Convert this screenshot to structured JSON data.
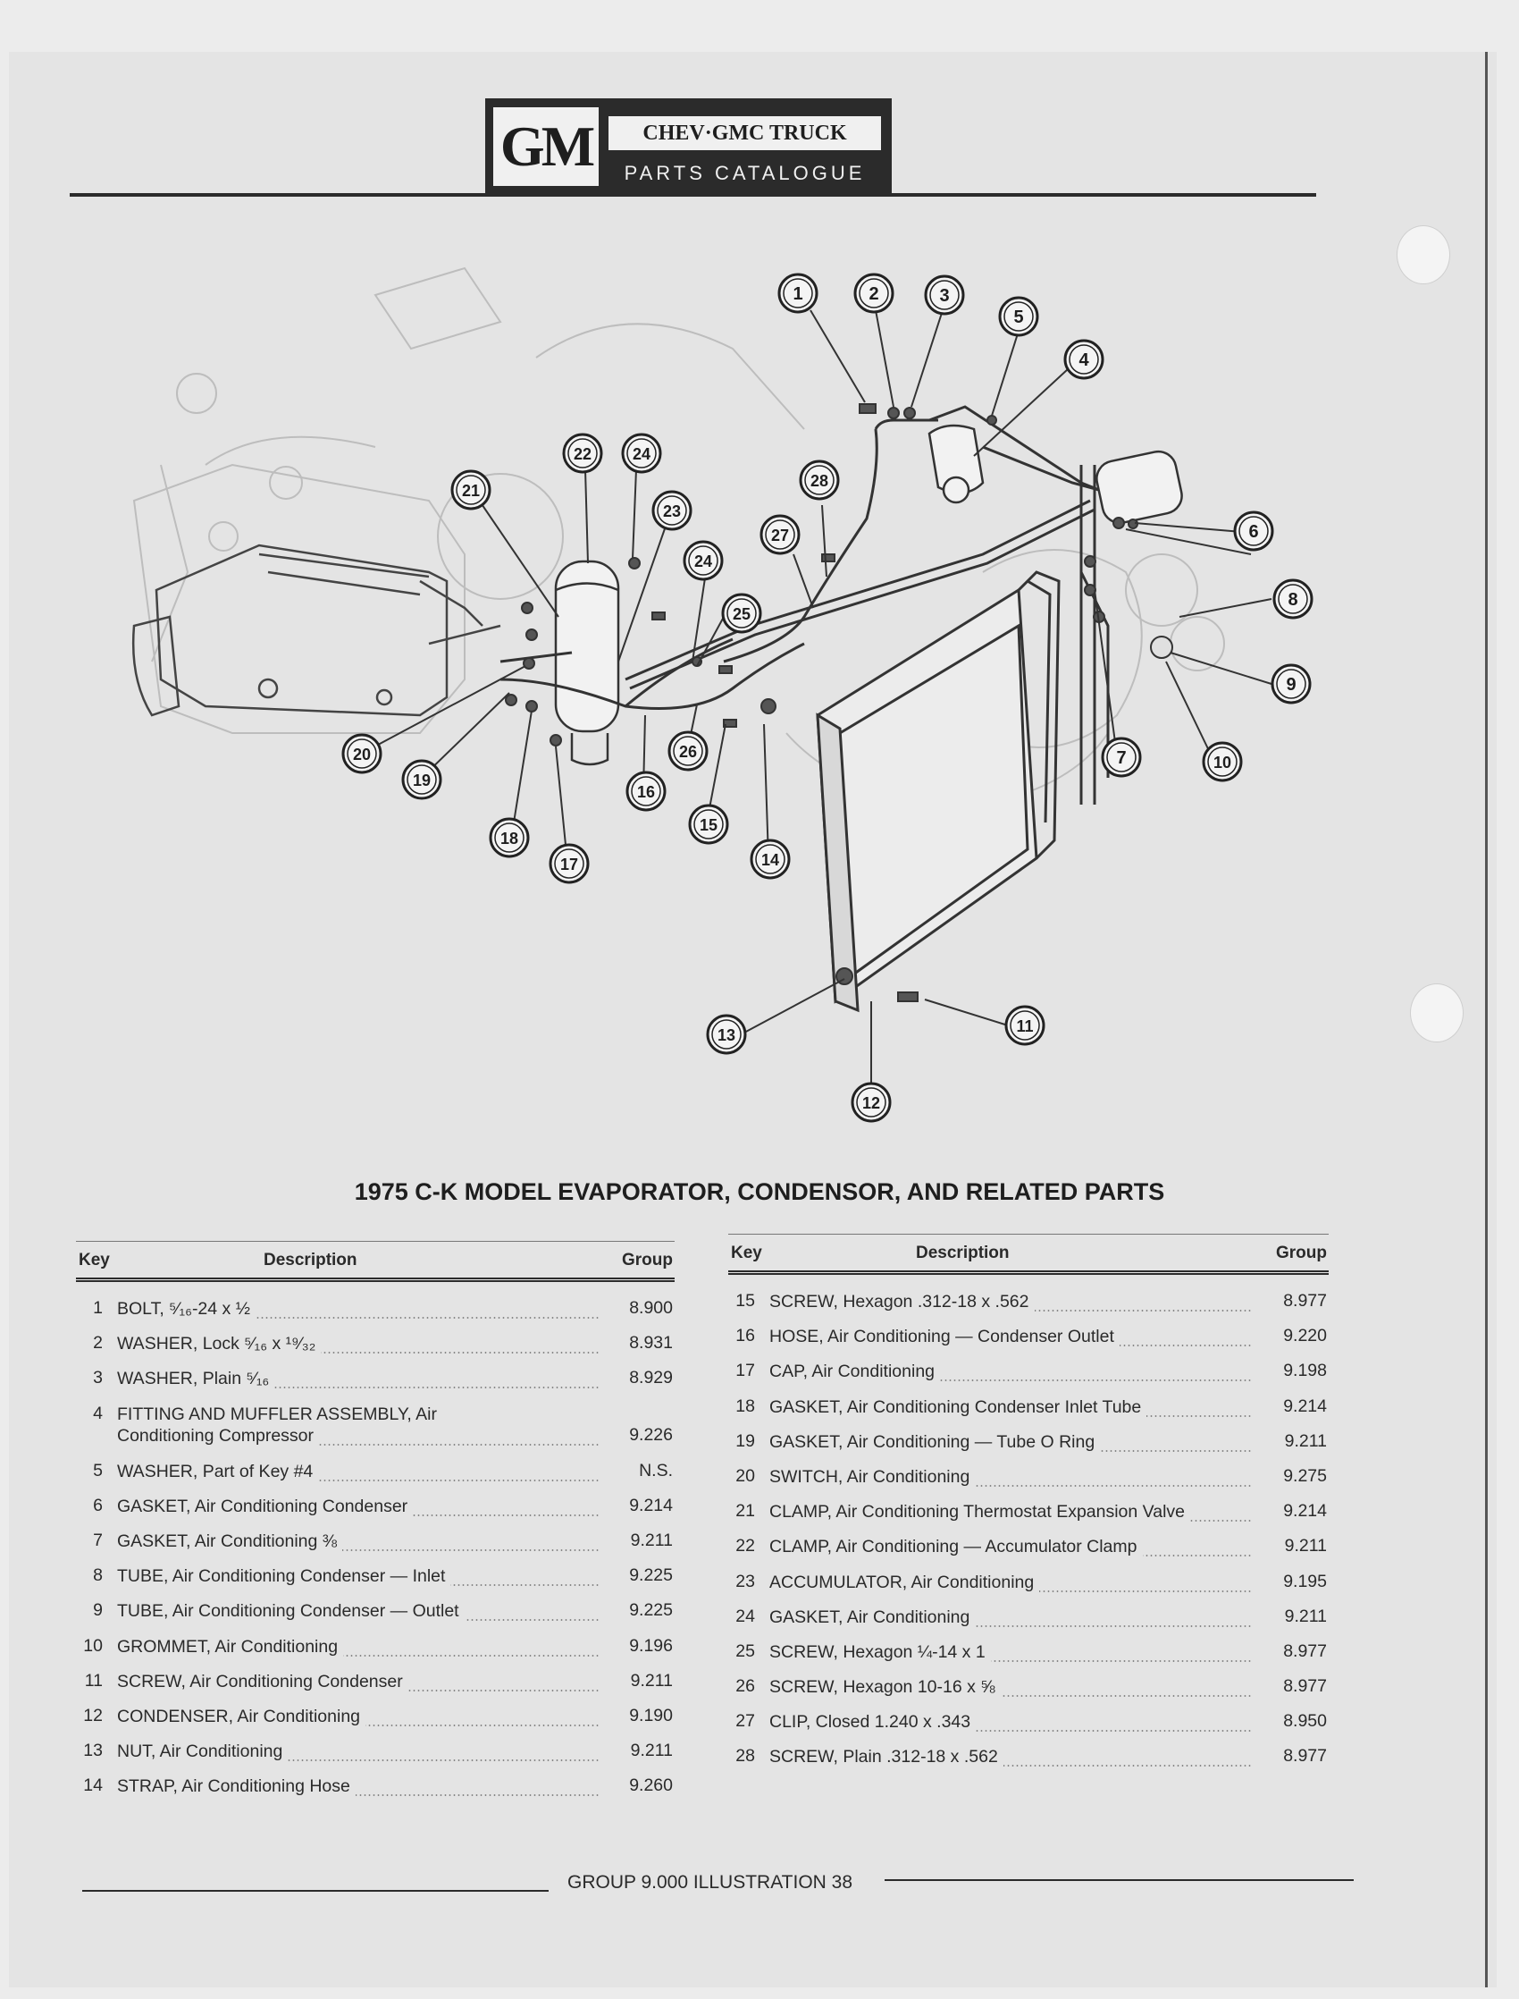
{
  "header": {
    "logo_text": "GM",
    "brand": "CHEV·GMC TRUCK",
    "catalogue": "PARTS CATALOGUE"
  },
  "title": "1975 C-K MODEL EVAPORATOR, CONDENSOR, AND RELATED PARTS",
  "columns": {
    "key": "Key",
    "description": "Description",
    "group": "Group"
  },
  "parts_left": [
    {
      "key": "1",
      "description": "BOLT, ⁵⁄₁₆-24 x ½",
      "group": "8.900"
    },
    {
      "key": "2",
      "description": "WASHER, Lock ⁵⁄₁₆ x ¹⁹⁄₃₂",
      "group": "8.931"
    },
    {
      "key": "3",
      "description": "WASHER, Plain ⁵⁄₁₆",
      "group": "8.929"
    },
    {
      "key": "4",
      "description": "FITTING AND MUFFLER ASSEMBLY, Air",
      "description2": "Conditioning Compressor",
      "group": "9.226"
    },
    {
      "key": "5",
      "description": "WASHER, Part of Key #4",
      "group": "N.S."
    },
    {
      "key": "6",
      "description": "GASKET, Air Conditioning Condenser",
      "group": "9.214"
    },
    {
      "key": "7",
      "description": "GASKET, Air Conditioning ⅜",
      "group": "9.211"
    },
    {
      "key": "8",
      "description": "TUBE, Air Conditioning Condenser — Inlet",
      "group": "9.225"
    },
    {
      "key": "9",
      "description": "TUBE, Air Conditioning Condenser — Outlet",
      "group": "9.225"
    },
    {
      "key": "10",
      "description": "GROMMET, Air Conditioning",
      "group": "9.196"
    },
    {
      "key": "11",
      "description": "SCREW, Air Conditioning Condenser",
      "group": "9.211"
    },
    {
      "key": "12",
      "description": "CONDENSER, Air Conditioning",
      "group": "9.190"
    },
    {
      "key": "13",
      "description": "NUT, Air Conditioning",
      "group": "9.211"
    },
    {
      "key": "14",
      "description": "STRAP, Air Conditioning Hose",
      "group": "9.260"
    }
  ],
  "parts_right": [
    {
      "key": "15",
      "description": "SCREW, Hexagon .312-18 x .562",
      "group": "8.977"
    },
    {
      "key": "16",
      "description": "HOSE, Air Conditioning — Condenser Outlet",
      "group": "9.220"
    },
    {
      "key": "17",
      "description": "CAP, Air Conditioning",
      "group": "9.198"
    },
    {
      "key": "18",
      "description": "GASKET, Air Conditioning Condenser Inlet Tube",
      "group": "9.214"
    },
    {
      "key": "19",
      "description": "GASKET, Air Conditioning — Tube O Ring",
      "group": "9.211"
    },
    {
      "key": "20",
      "description": "SWITCH, Air Conditioning",
      "group": "9.275"
    },
    {
      "key": "21",
      "description": "CLAMP, Air Conditioning Thermostat Expansion Valve",
      "group": "9.214"
    },
    {
      "key": "22",
      "description": "CLAMP, Air Conditioning — Accumulator Clamp",
      "group": "9.211"
    },
    {
      "key": "23",
      "description": "ACCUMULATOR, Air Conditioning",
      "group": "9.195"
    },
    {
      "key": "24",
      "description": "GASKET, Air Conditioning",
      "group": "9.211"
    },
    {
      "key": "25",
      "description": "SCREW, Hexagon ¼-14 x 1",
      "group": "8.977"
    },
    {
      "key": "26",
      "description": "SCREW, Hexagon 10-16 x ⅝",
      "group": "8.977"
    },
    {
      "key": "27",
      "description": "CLIP, Closed 1.240 x .343",
      "group": "8.950"
    },
    {
      "key": "28",
      "description": "SCREW, Plain .312-18 x .562",
      "group": "8.977"
    }
  ],
  "callouts": [
    "1",
    "2",
    "3",
    "4",
    "5",
    "6",
    "7",
    "8",
    "9",
    "10",
    "11",
    "12",
    "13",
    "14",
    "15",
    "16",
    "17",
    "18",
    "19",
    "20",
    "21",
    "22",
    "23",
    "24",
    "24",
    "25",
    "26",
    "27",
    "28"
  ],
  "footer": "GROUP 9.000 ILLUSTRATION 38"
}
